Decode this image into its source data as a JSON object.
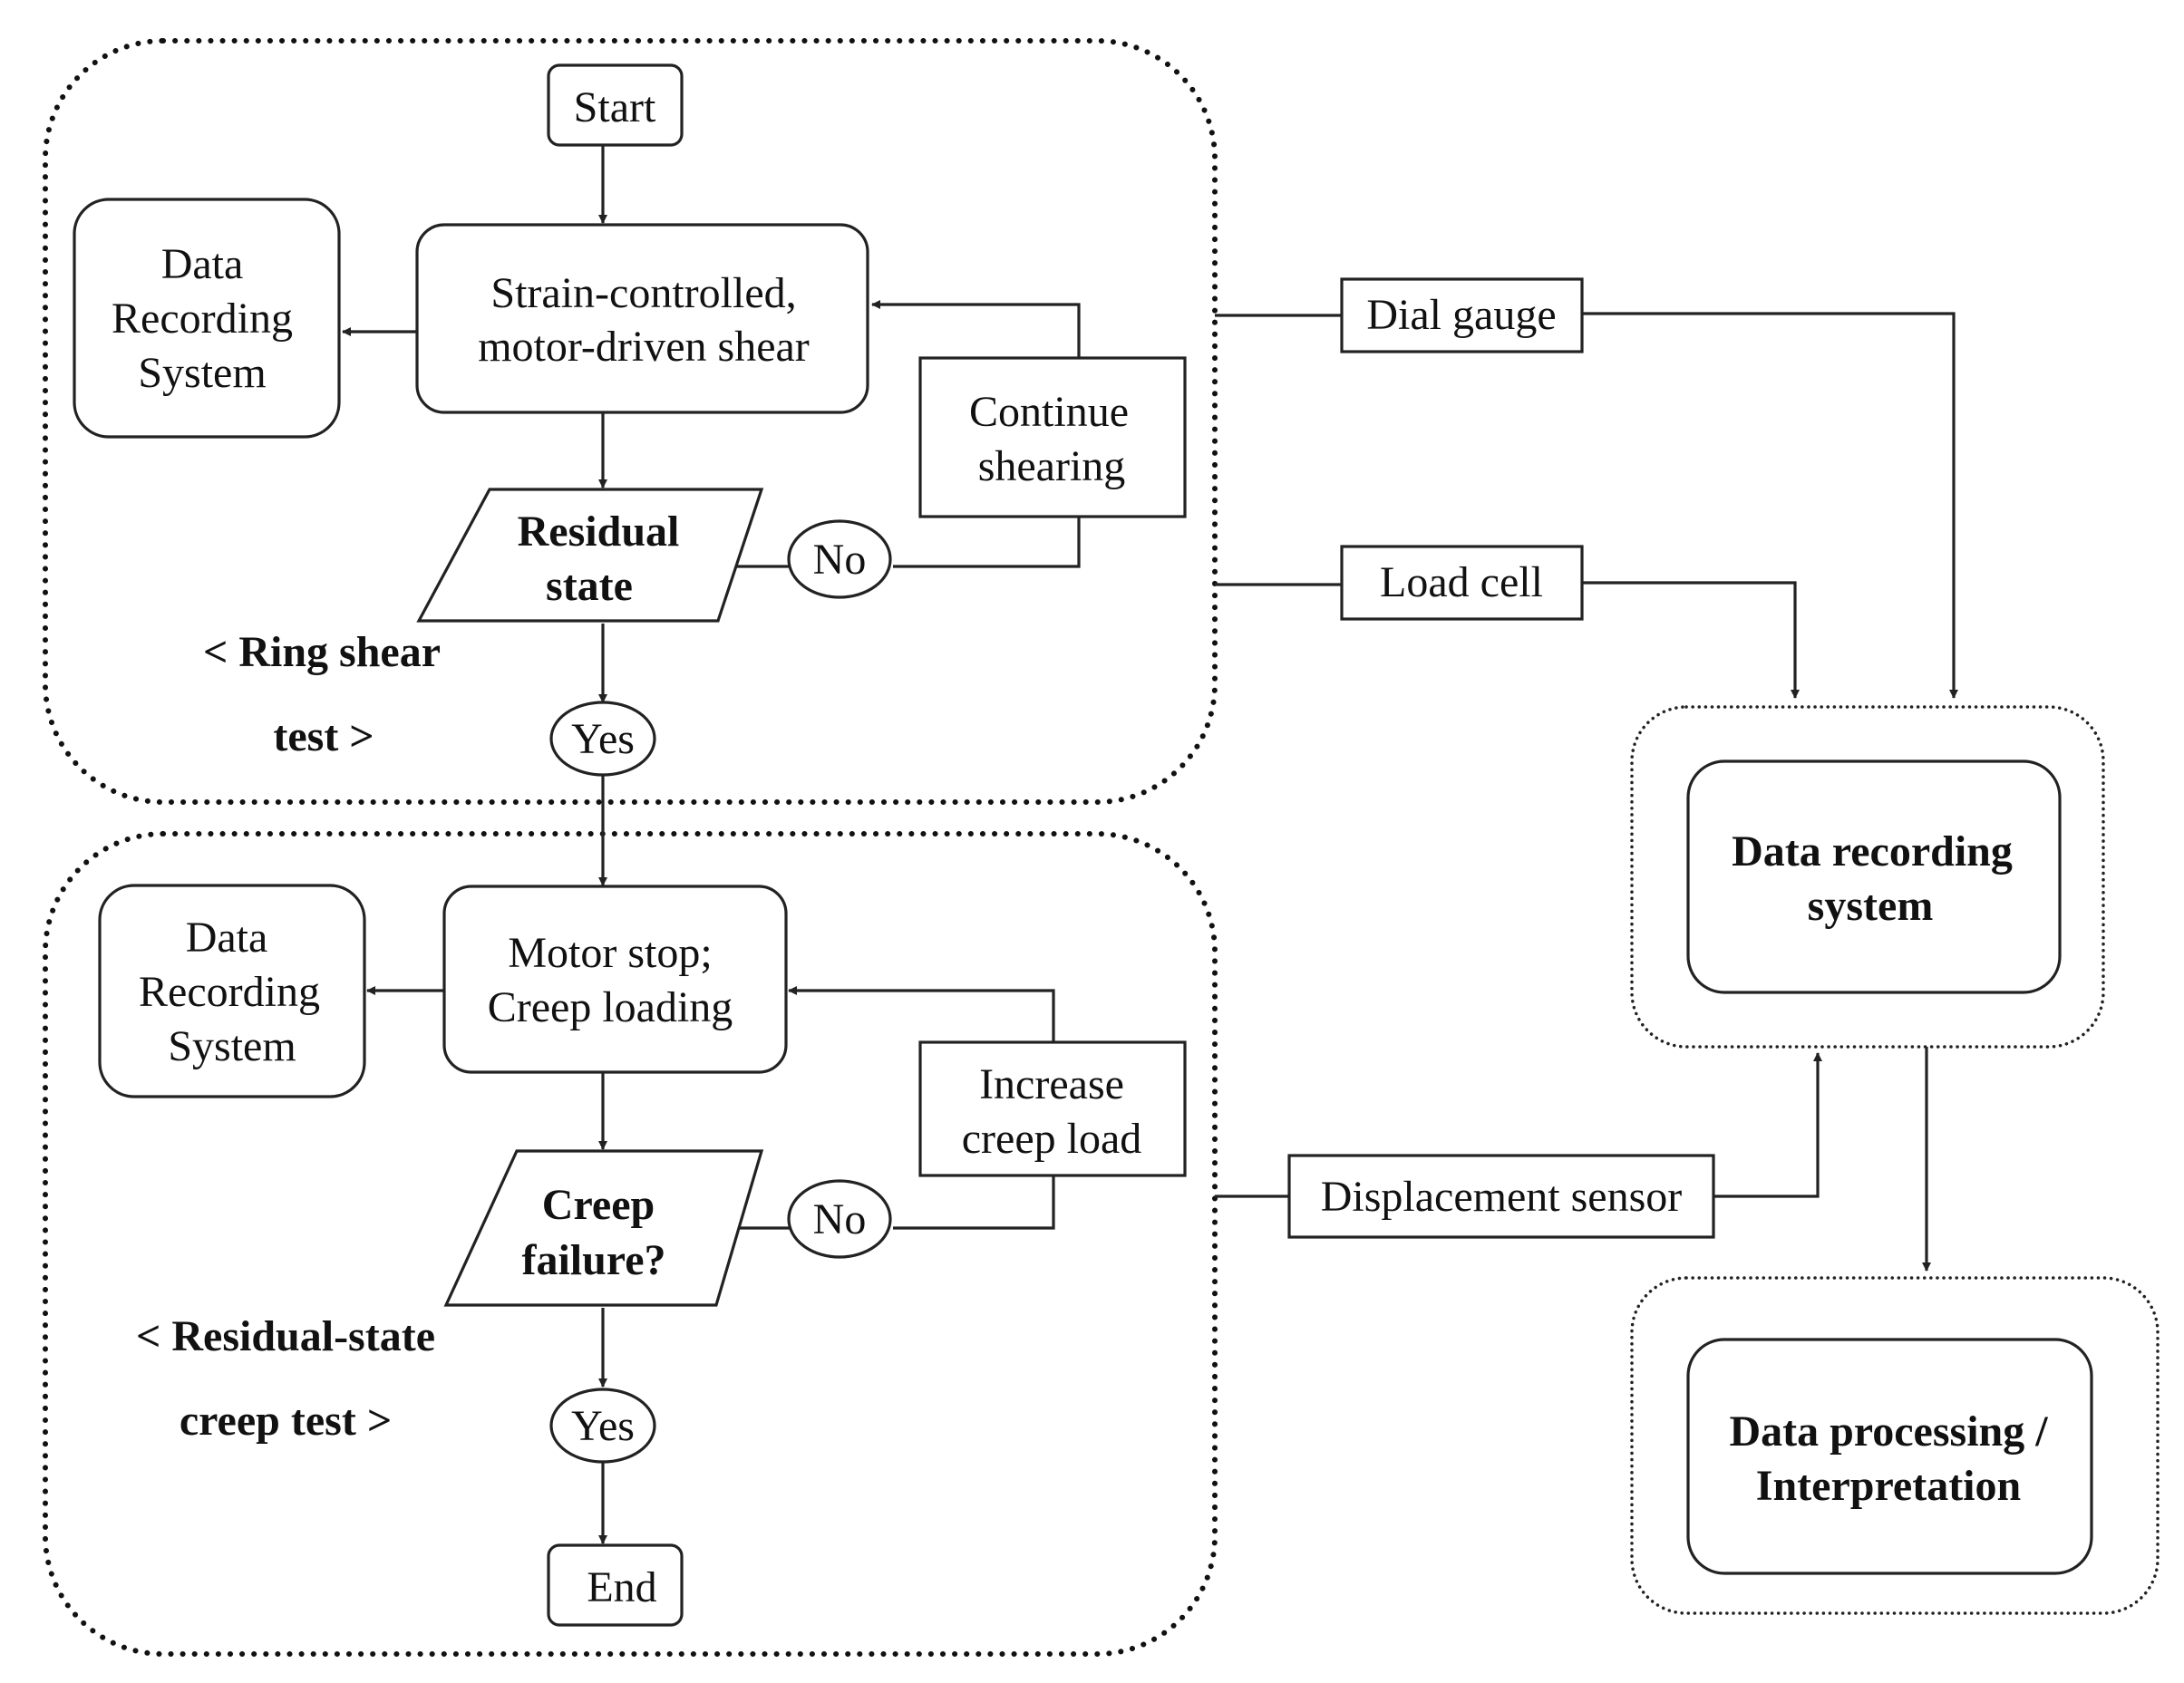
{
  "diagram": {
    "ring_shear": {
      "label_line1": "< Ring shear",
      "label_line2": "test >",
      "start": "Start",
      "shear_line1": "Strain-controlled,",
      "shear_line2": "motor-driven shear",
      "drs_line1": "Data",
      "drs_line2": "Recording",
      "drs_line3": "System",
      "decision_line1": "Residual",
      "decision_line2": "state",
      "no": "No",
      "yes": "Yes",
      "loop_line1": "Continue",
      "loop_line2": "shearing"
    },
    "creep": {
      "label_line1": "< Residual-state",
      "label_line2": "creep test >",
      "motor_line1": "Motor stop;",
      "motor_line2": "Creep loading",
      "drs_line1": "Data",
      "drs_line2": "Recording",
      "drs_line3": "System",
      "decision_line1": "Creep",
      "decision_line2_bold": "failure",
      "decision_line2_rest": "?",
      "no": "No",
      "yes": "Yes",
      "loop_line1": "Increase",
      "loop_line2": "creep load",
      "end": "End"
    },
    "sensors": {
      "dial_gauge": "Dial gauge",
      "load_cell": "Load cell",
      "displacement_sensor": "Displacement sensor"
    },
    "recording": {
      "line1": "Data recording",
      "line2": "system"
    },
    "processing": {
      "line1": "Data processing /",
      "line2": "Interpretation"
    }
  }
}
